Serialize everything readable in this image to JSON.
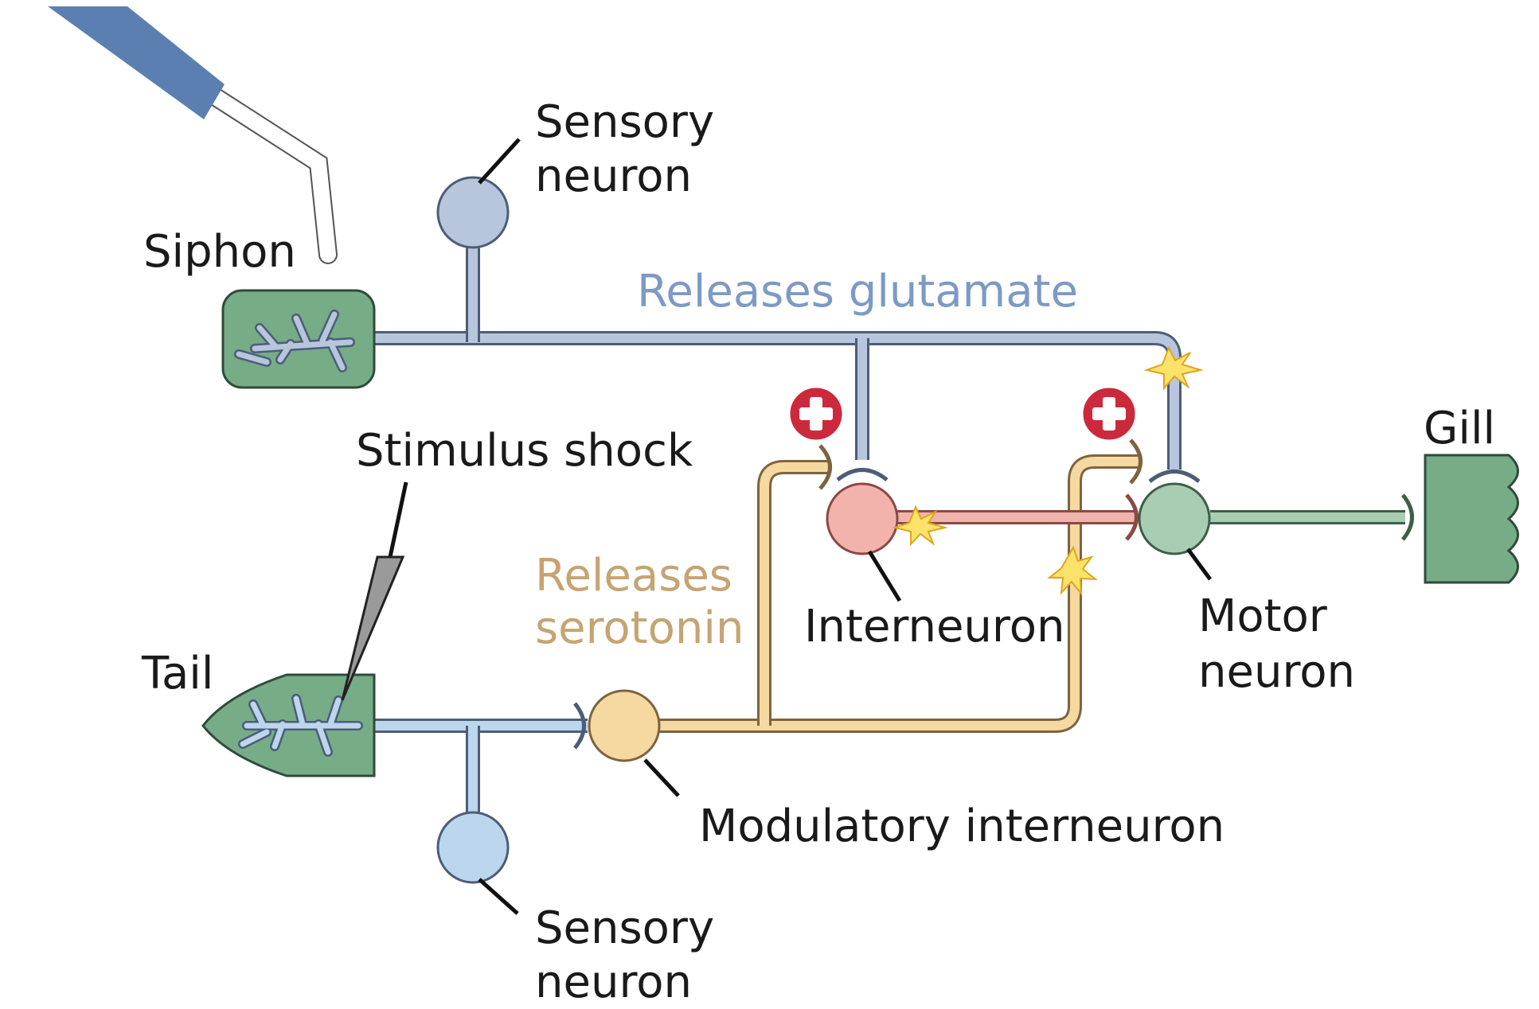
{
  "labels": {
    "siphon": "Siphon",
    "tail": "Tail",
    "gill": "Gill",
    "sensory_top_line1": "Sensory",
    "sensory_top_line2": "neuron",
    "sensory_bottom_line1": "Sensory",
    "sensory_bottom_line2": "neuron",
    "releases_glutamate": "Releases glutamate",
    "releases_serotonin_line1": "Releases",
    "releases_serotonin_line2": "serotonin",
    "stimulus_shock": "Stimulus shock",
    "interneuron": "Interneuron",
    "motor_line1": "Motor",
    "motor_line2": "neuron",
    "modulatory_interneuron": "Modulatory interneuron"
  },
  "colors": {
    "glutamate_text": "#7d9ac4",
    "serotonin_text": "#c6a472",
    "text": "#1a1a1a",
    "blue_neuron": "#b8c6dd",
    "light_blue_neuron": "#bcd6ee",
    "modulatory_neuron": "#f6d9a0",
    "interneuron": "#f1b3ab",
    "motor_neuron": "#a9cdb2",
    "tissue": "#76ac86",
    "plus_badge": "#cc2a3c"
  },
  "icons": [
    "plus-badge-icon",
    "spark-icon",
    "probe-icon",
    "electrode-icon"
  ]
}
